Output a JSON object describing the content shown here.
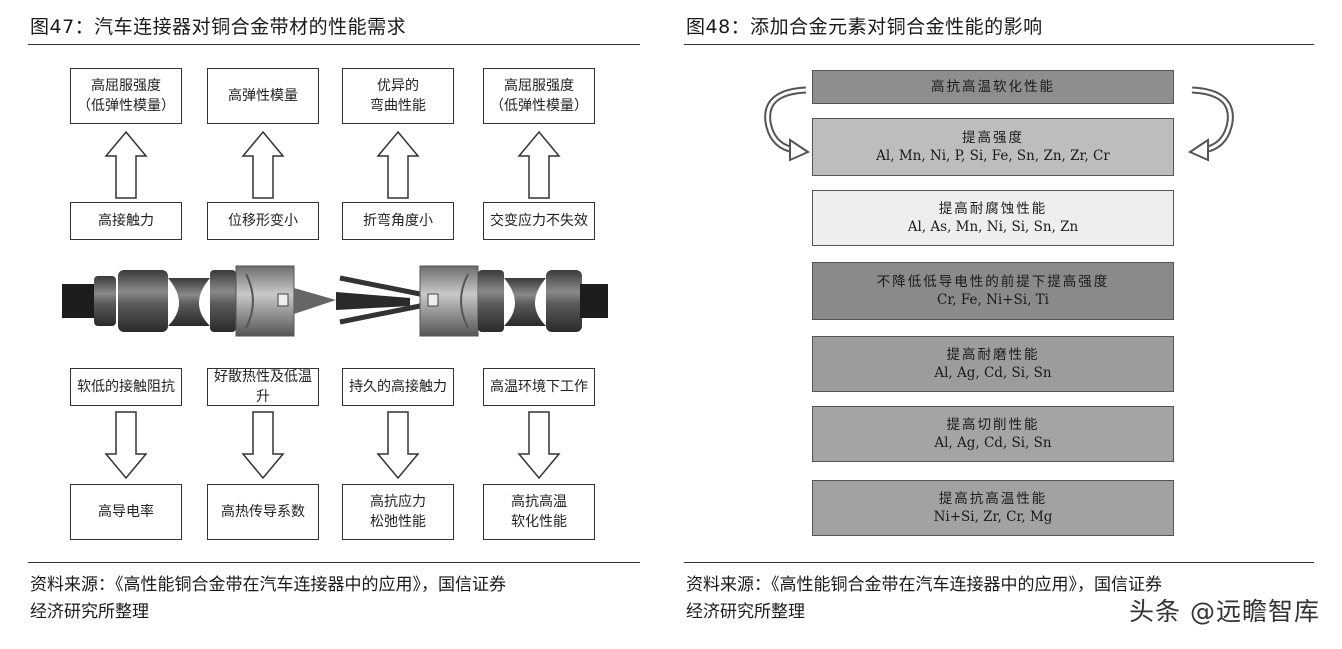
{
  "left": {
    "title": "图47：汽车连接器对铜合金带材的性能需求",
    "top_boxes": [
      "高屈服强度\n（低弹性模量）",
      "高弹性模量",
      "优异的\n弯曲性能",
      "高屈服强度\n（低弹性模量）"
    ],
    "upper_boxes": [
      "高接触力",
      "位移形变小",
      "折弯角度小",
      "交变应力不失效"
    ],
    "lower_boxes": [
      "软低的接触阻抗",
      "好散热性及低温升",
      "持久的高接触力",
      "高温环境下工作"
    ],
    "bottom_boxes": [
      "高导电率",
      "高热传导系数",
      "高抗应力\n松弛性能",
      "高抗高温\n软化性能"
    ],
    "source": "资料来源：《高性能铜合金带在汽车连接器中的应用》，国信证券\n经济研究所整理"
  },
  "right": {
    "title": "图48：添加合金元素对铜合金性能的影响",
    "items": [
      {
        "title": "高抗高温软化性能",
        "elements": "",
        "fill": "#8e8e8e"
      },
      {
        "title": "提高强度",
        "elements": "Al, Mn, Ni, P, Si, Fe, Sn, Zn, Zr, Cr",
        "fill": "#bdbdbd"
      },
      {
        "title": "提高耐腐蚀性能",
        "elements": "Al, As, Mn, Ni, Si, Sn, Zn",
        "fill": "#eeeeee"
      },
      {
        "title": "不降低低导电性的前提下提高强度",
        "elements": "Cr, Fe, Ni+Si, Ti",
        "fill": "#8a8a8a"
      },
      {
        "title": "提高耐磨性能",
        "elements": "Al, Ag, Cd, Si, Sn",
        "fill": "#9c9c9c"
      },
      {
        "title": "提高切削性能",
        "elements": "Al, Ag, Cd, Si, Sn",
        "fill": "#a4a4a4"
      },
      {
        "title": "提高抗高温性能",
        "elements": "Ni+Si, Zr, Cr, Mg",
        "fill": "#a2a2a2"
      }
    ],
    "source": "资料来源：《高性能铜合金带在汽车连接器中的应用》，国信证券\n经济研究所整理"
  },
  "watermark": "头条 @远瞻智库"
}
